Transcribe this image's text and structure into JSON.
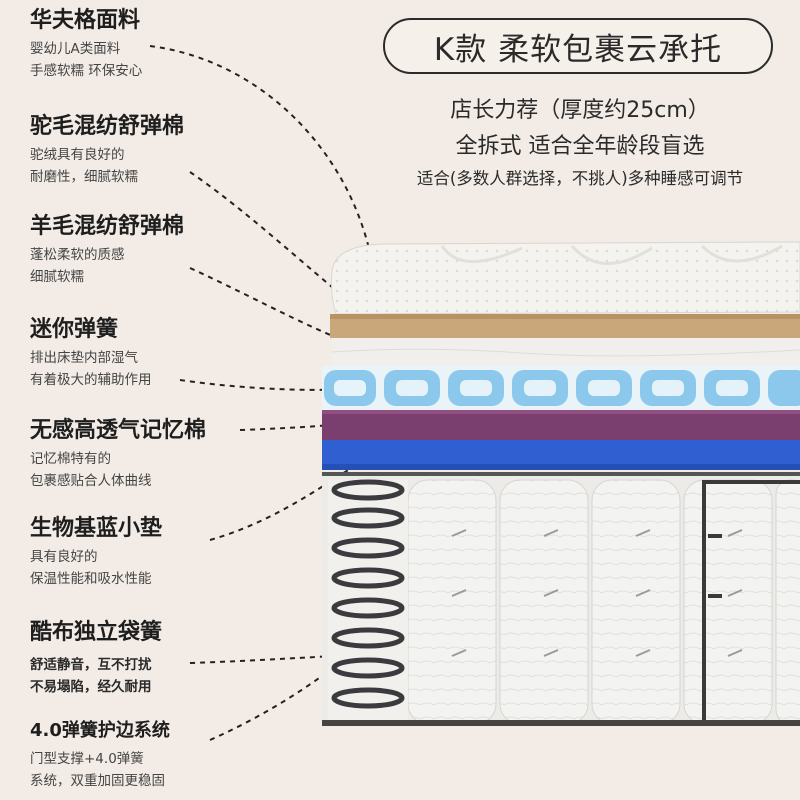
{
  "header": {
    "badge": "K款  柔软包裹云承托",
    "line1": "店长力荐（厚度约25cm）",
    "line2": "全拆式 适合全年龄段盲选",
    "line3": "适合(多数人群选择，不挑人)多种睡感可调节"
  },
  "layers": [
    {
      "title": "华夫格面料",
      "desc": [
        "婴幼儿A类面料",
        "手感软糯 环保安心"
      ]
    },
    {
      "title": "驼毛混纺舒弹棉",
      "desc": [
        "驼绒具有良好的",
        "耐磨性，细腻软糯"
      ]
    },
    {
      "title": "羊毛混纺舒弹棉",
      "desc": [
        "蓬松柔软的质感",
        "细腻软糯"
      ]
    },
    {
      "title": "迷你弹簧",
      "desc": [
        "排出床垫内部湿气",
        "有着极大的辅助作用"
      ]
    },
    {
      "title": "无感高透气记忆棉",
      "desc": [
        "记忆棉特有的",
        "包裹感贴合人体曲线"
      ]
    },
    {
      "title": "生物基蓝小垫",
      "desc": [
        "具有良好的",
        "保温性能和吸水性能"
      ]
    },
    {
      "title": "酷布独立袋簧",
      "desc": [
        "舒适静音，互不打扰",
        "不易塌陷，经久耐用"
      ]
    },
    {
      "title": "4.0弹簧护边系统",
      "desc": [
        "门型支撑+4.0弹簧",
        "系统，双重加固更稳固"
      ]
    }
  ],
  "colors": {
    "background": "#f3ece6",
    "camel_layer": "#c9a77a",
    "memory_foam": "#7a3f6e",
    "blue_pad": "#2f5fd0",
    "mini_spring": "#8cc8ec"
  }
}
